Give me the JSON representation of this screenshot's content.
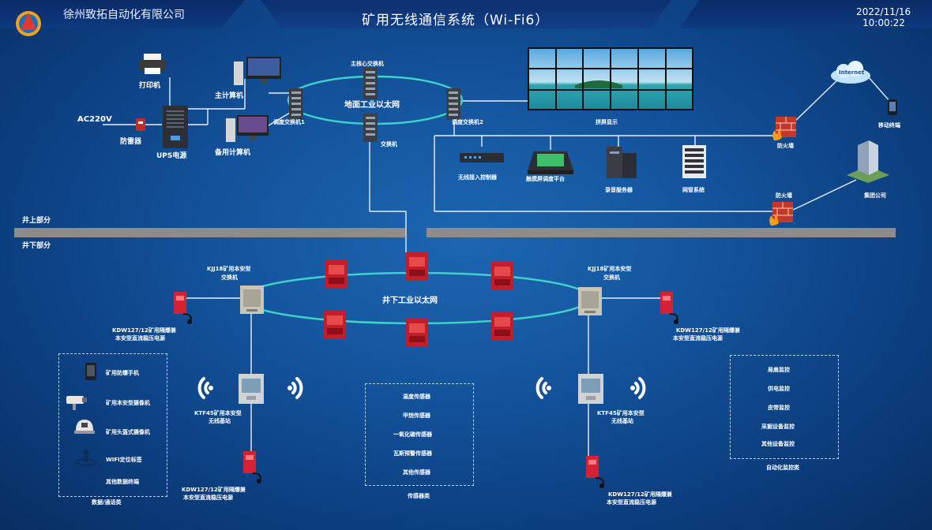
{
  "header": {
    "company": "徐州致拓自动化有限公司",
    "title": "矿用无线通信系统（Wi-Fi6）",
    "date": "2022/11/16",
    "time": "10:00:22"
  },
  "surface": {
    "printer": "打印机",
    "main_computer": "主计算机",
    "ac_power": "AC220V",
    "surge_protector": "防雷器",
    "ups": "UPS电源",
    "backup_computer": "备用计算机",
    "core_switch": "主核心交换机",
    "dispatch_switch_1": "调度交换机1",
    "dispatch_switch_2": "调度交换机2",
    "ground_network": "地面工业以太网",
    "switch": "交换机",
    "video_wall": "拼屏显示",
    "wireless_controller": "无线接入控制器",
    "touch_platform": "触摸屏调度平台",
    "recording_server": "录音服务器",
    "network_mgmt": "网管系统",
    "firewall_1": "防火墙",
    "firewall_2": "防火墙",
    "internet": "Internet",
    "mobile_terminal": "移动终端",
    "group_company": "集团公司"
  },
  "divider": {
    "above": "井上部分",
    "below": "井下部分"
  },
  "underground": {
    "ring_label": "井下工业以太网",
    "switch_left": [
      "KJJ18矿用本安型",
      "交换机"
    ],
    "switch_right": [
      "KJJ18矿用本安型",
      "交换机"
    ],
    "power_label": [
      "KDW127/12矿用隔爆兼",
      "本安型直流稳压电源"
    ],
    "base_station": [
      "KTF45矿用本安型",
      "无线基站"
    ]
  },
  "data_terminals": {
    "title": "数据/通话类",
    "items": [
      "矿用防爆手机",
      "矿用本安型摄像机",
      "矿用头盔式摄像机",
      "WIFI定位标签",
      "其他数据终端"
    ]
  },
  "sensors": {
    "title": "传感器类",
    "items": [
      "温度传感器",
      "甲烷传感器",
      "一氧化碳传感器",
      "瓦斯预警传感器",
      "其他传感器"
    ]
  },
  "automation": {
    "title": "自动化监控类",
    "items": [
      "局扇监控",
      "供电监控",
      "皮带监控",
      "采掘设备监控",
      "其他设备监控"
    ]
  },
  "colors": {
    "ring": "#3fd0c9",
    "line": "#e8eef7",
    "divider": "#8c8c8c",
    "node_red": "#c41d2a"
  }
}
